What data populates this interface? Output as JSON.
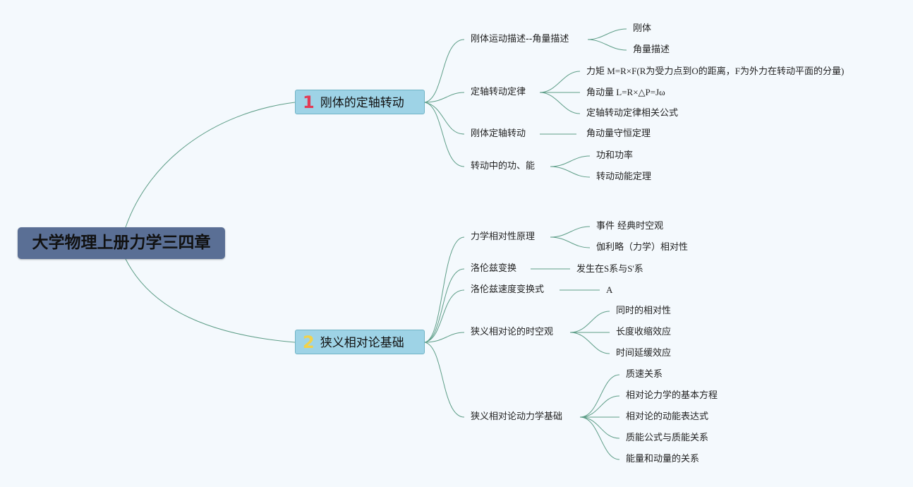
{
  "root": {
    "label": "大学物理上册力学三四章"
  },
  "branches": [
    {
      "number": "1",
      "label": "刚体的定轴转动",
      "number_color": "#e23b55",
      "children": [
        {
          "label": "刚体运动描述--角量描述",
          "children": [
            "刚体",
            "角量描述"
          ]
        },
        {
          "label": "定轴转动定律",
          "children": [
            "力矩 M=R×F(R为受力点到O的距离，F为外力在转动平面的分量)",
            "角动量 L=R×△P=Jω",
            "定轴转动定律相关公式"
          ]
        },
        {
          "label": "刚体定轴转动",
          "children": [
            "角动量守恒定理"
          ]
        },
        {
          "label": "转动中的功、能",
          "children": [
            "功和功率",
            "转动动能定理"
          ]
        }
      ]
    },
    {
      "number": "2",
      "label": "狭义相对论基础",
      "number_color": "#f2d24a",
      "children": [
        {
          "label": "力学相对性原理",
          "children": [
            "事件 经典时空观",
            "伽利略（力学）相对性"
          ]
        },
        {
          "label": "洛伦兹变换",
          "children": [
            "发生在S系与S'系"
          ]
        },
        {
          "label": "洛伦兹速度变换式",
          "children": [
            "A"
          ]
        },
        {
          "label": "狭义相对论的时空观",
          "children": [
            "同时的相对性",
            "长度收缩效应",
            "时间延缓效应"
          ]
        },
        {
          "label": "狭义相对论动力学基础",
          "children": [
            "质速关系",
            "相对论力学的基本方程",
            "相对论的动能表达式",
            "质能公式与质能关系",
            "能量和动量的关系"
          ]
        }
      ]
    }
  ],
  "colors": {
    "background": "#f4f9fd",
    "root_fill": "#5a6f95",
    "branch_fill": "#9ed3e6",
    "connector": "#5e9e88"
  }
}
